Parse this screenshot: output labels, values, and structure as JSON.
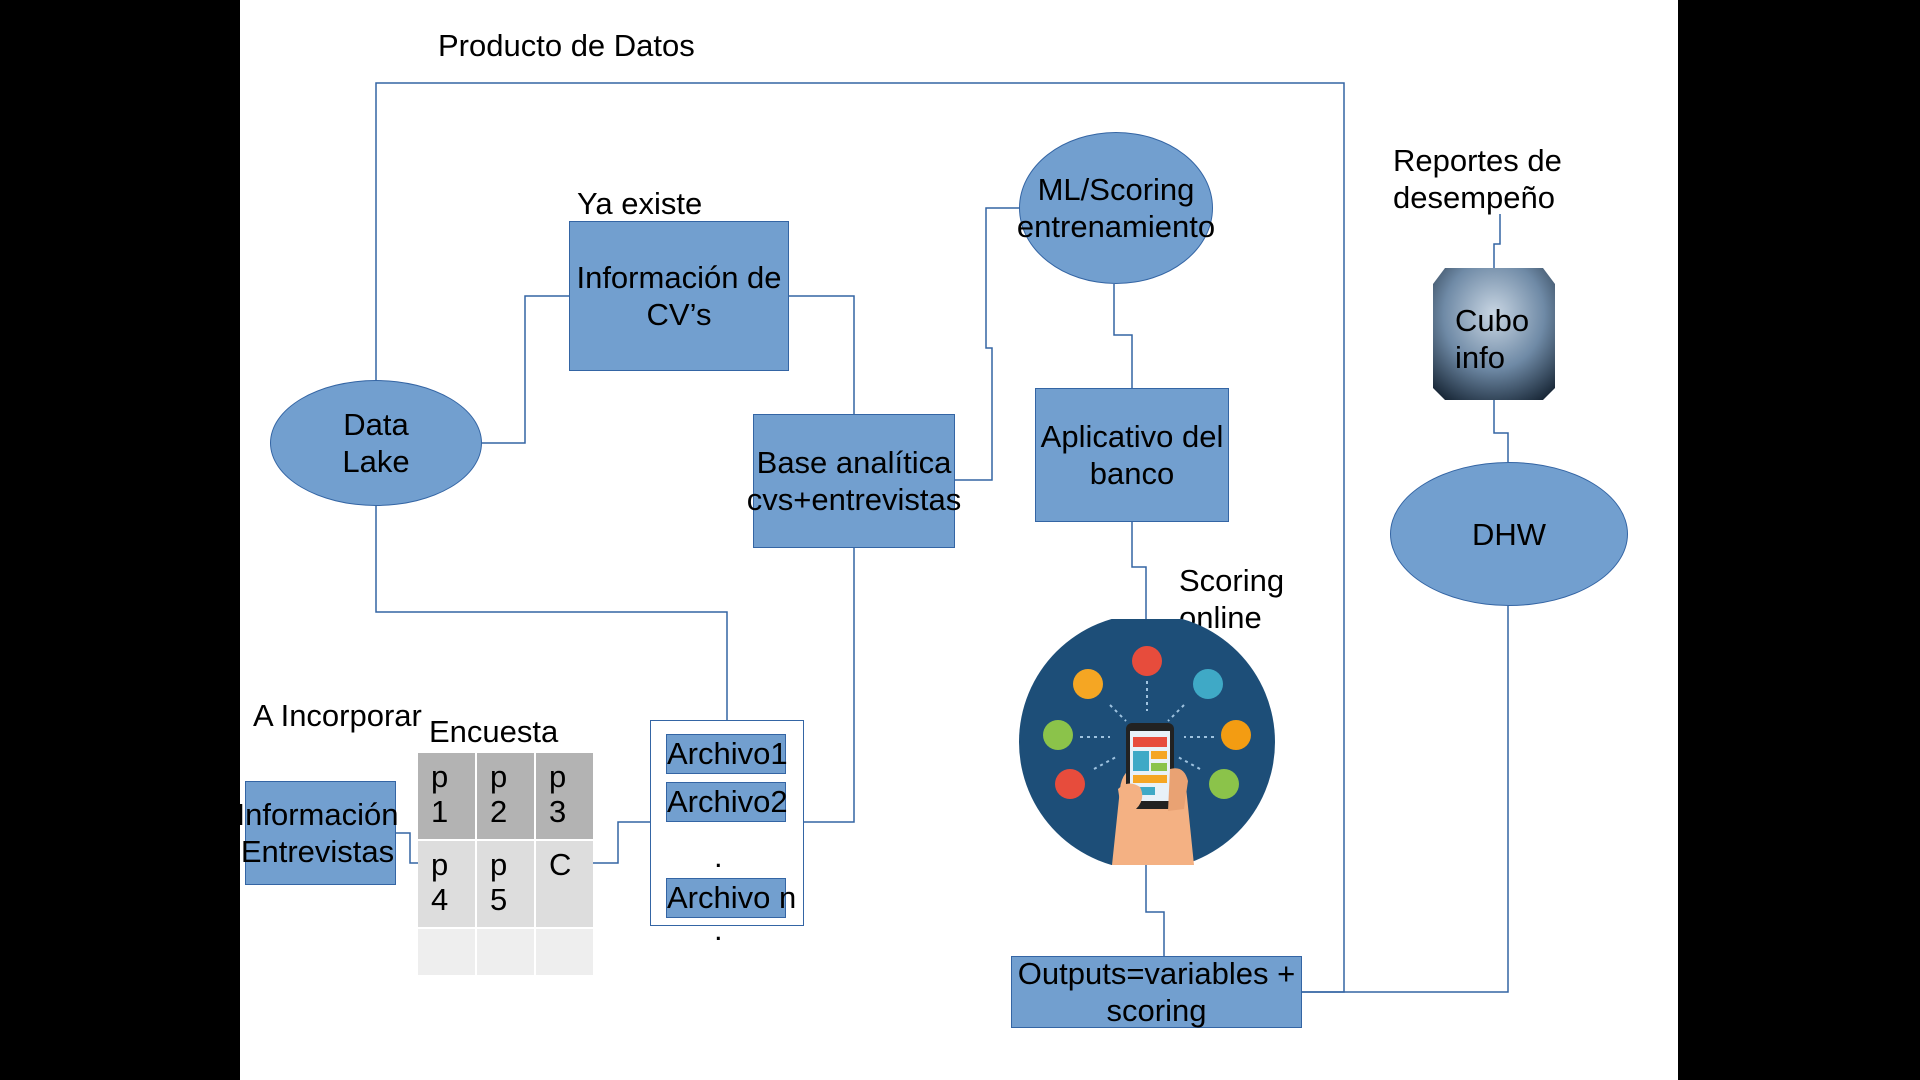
{
  "title": "Producto de Datos",
  "labels": {
    "ya_existe": "Ya existe",
    "a_incorporar": "A Incorporar",
    "encuesta": "Encuesta",
    "scoring_online": "Scoring\nonline",
    "reportes": "Reportes de\ndesempeño"
  },
  "nodes": {
    "data_lake": "Data\nLake",
    "info_cvs": "Información de\nCV’s",
    "base_analitica": "Base analítica\ncvs+entrevistas",
    "ml_scoring": "ML/Scoring\nentrenamiento",
    "aplicativo": "Aplicativo del\nbanco",
    "dhw": "DHW",
    "cubo": "Cubo\ninfo",
    "outputs": "Outputs=variables +\nscoring",
    "info_entrevistas": "Información\nEntrevistas"
  },
  "files": {
    "file1": "Archivo1",
    "file2": "Archivo2",
    "dot1": ".",
    "filen": "Archivo n",
    "dot2": "."
  },
  "survey_table": [
    [
      "p\n1",
      "p\n2",
      "p\n3"
    ],
    [
      "p\n4",
      "p\n5",
      "C"
    ],
    [
      "",
      "",
      ""
    ]
  ],
  "colors": {
    "node_fill": "#729fcf",
    "node_border": "#3465a4",
    "table_dark": "#b3b3b3",
    "table_light": "#dddddd"
  }
}
